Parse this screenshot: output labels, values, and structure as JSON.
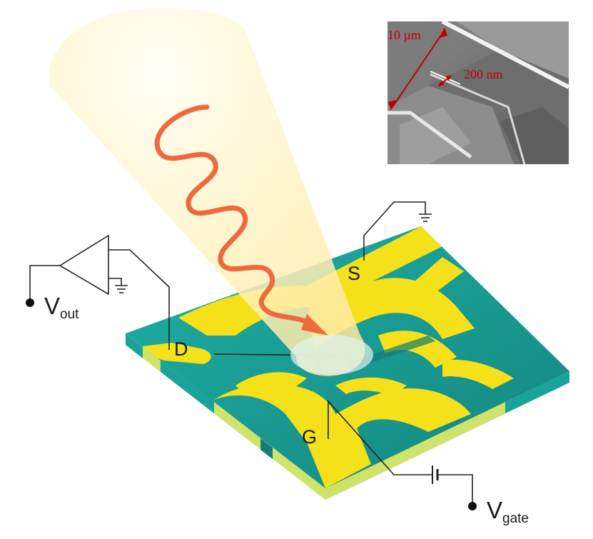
{
  "labels": {
    "source": "S",
    "drain": "D",
    "gate": "G",
    "vout_main": "V",
    "vout_sub": "out",
    "vgate_main": "V",
    "vgate_sub": "gate"
  },
  "inset": {
    "scale_large": "10 µm",
    "scale_small": "200 nm"
  },
  "colors": {
    "substrate": "#1aa39a",
    "substrate_dark": "#137c76",
    "gold": "#f5e11a",
    "edge_yellow": "#cfe36a",
    "beam": "#fff3b0",
    "wave": "#ee6a3c",
    "wire": "#222222",
    "annotation_red": "#c00000"
  },
  "icons": [
    "amplifier-icon",
    "ground-icon",
    "battery-icon",
    "terminal-dot-icon"
  ]
}
